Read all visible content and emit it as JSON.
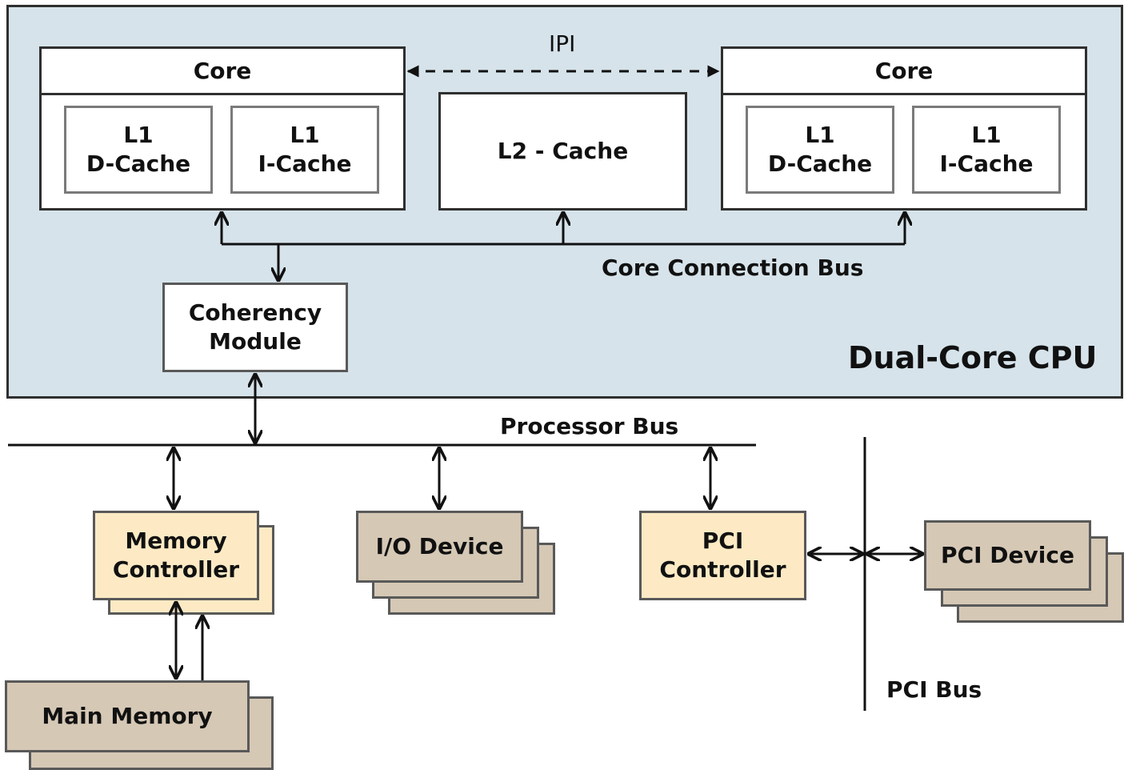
{
  "cpu": {
    "title": "Dual-Core CPU"
  },
  "core_left": {
    "title": "Core",
    "l1d": "L1\nD-Cache",
    "l1i": "L1\nI-Cache"
  },
  "core_right": {
    "title": "Core",
    "l1d": "L1\nD-Cache",
    "l1i": "L1\nI-Cache"
  },
  "l2": {
    "label": "L2 - Cache"
  },
  "ipi": {
    "label": "IPI"
  },
  "core_bus": {
    "label": "Core Connection Bus"
  },
  "coherency": {
    "label": "Coherency\nModule"
  },
  "processor_bus": {
    "label": "Processor Bus"
  },
  "memory_controller": {
    "label": "Memory\nController"
  },
  "io_device": {
    "label": "I/O Device"
  },
  "pci_controller": {
    "label": "PCI\nController"
  },
  "pci_device": {
    "label": "PCI Device"
  },
  "main_memory": {
    "label": "Main Memory"
  },
  "pci_bus": {
    "label": "PCI Bus"
  },
  "colors": {
    "cpu_fill": "#d6e3ea",
    "controller_fill": "#fdeac4",
    "device_fill": "#d5c8b5",
    "stroke": "#2f2f2f"
  }
}
